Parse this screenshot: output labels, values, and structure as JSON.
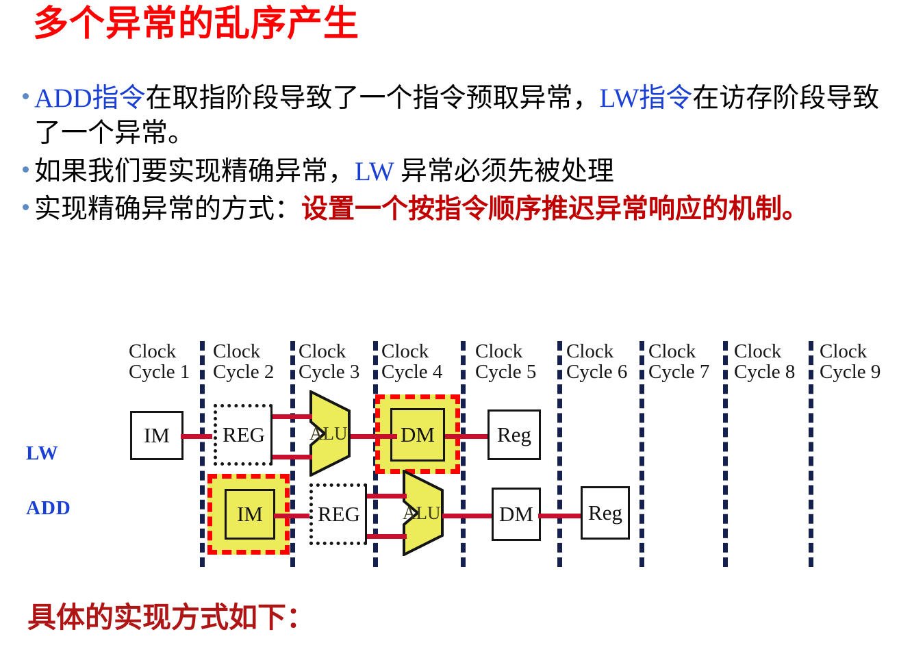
{
  "slide": {
    "title": "多个异常的乱序产生",
    "title_color": "#ff0000",
    "footer": "具体的实现方式如下："
  },
  "bullets": [
    {
      "segments": [
        {
          "text": "ADD指令",
          "style": "blue"
        },
        {
          "text": "在取指阶段导致了一个指令预取异常，",
          "style": "black"
        },
        {
          "text": "LW指令",
          "style": "blue"
        },
        {
          "text": "在访存阶段导致了一个异常。",
          "style": "black"
        }
      ]
    },
    {
      "segments": [
        {
          "text": "如果我们要实现精确异常，",
          "style": "black"
        },
        {
          "text": "LW",
          "style": "blue"
        },
        {
          "text": " 异常必须先被处理",
          "style": "black"
        }
      ]
    },
    {
      "segments": [
        {
          "text": "实现精确异常的方式：",
          "style": "black"
        },
        {
          "text": "设置一个按指令顺序推迟异常响应的机制。",
          "style": "red"
        }
      ]
    }
  ],
  "diagram": {
    "cycles": [
      {
        "line1": "Clock",
        "line2": "Cycle 1"
      },
      {
        "line1": "Clock",
        "line2": "Cycle 2"
      },
      {
        "line1": "Clock",
        "line2": "Cycle 3"
      },
      {
        "line1": "Clock",
        "line2": "Cycle 4"
      },
      {
        "line1": "Clock",
        "line2": "Cycle 5"
      },
      {
        "line1": "Clock",
        "line2": "Cycle 6"
      },
      {
        "line1": "Clock",
        "line2": "Cycle 7"
      },
      {
        "line1": "Clock",
        "line2": "Cycle 8"
      },
      {
        "line1": "Clock",
        "line2": "Cycle 9"
      }
    ],
    "rows": [
      {
        "label": "LW",
        "stages": [
          "IM",
          "REG",
          "ALU",
          "DM",
          "Reg"
        ],
        "exception_stage": "DM"
      },
      {
        "label": "ADD",
        "stages": [
          "IM",
          "REG",
          "ALU",
          "DM",
          "Reg"
        ],
        "exception_stage": "IM"
      }
    ],
    "lw_stages": {
      "im": "IM",
      "reg": "REG",
      "alu": "ALU",
      "dm": "DM",
      "reg2": "Reg"
    },
    "add_stages": {
      "im": "IM",
      "reg": "REG",
      "alu": "ALU",
      "dm": "DM",
      "reg2": "Reg"
    },
    "colors": {
      "separator": "#15204f",
      "highlight_border": "#ff0000",
      "highlight_fill": "#ecec5a",
      "wire": "#c8102e",
      "row_label": "#1a3fd4"
    }
  }
}
